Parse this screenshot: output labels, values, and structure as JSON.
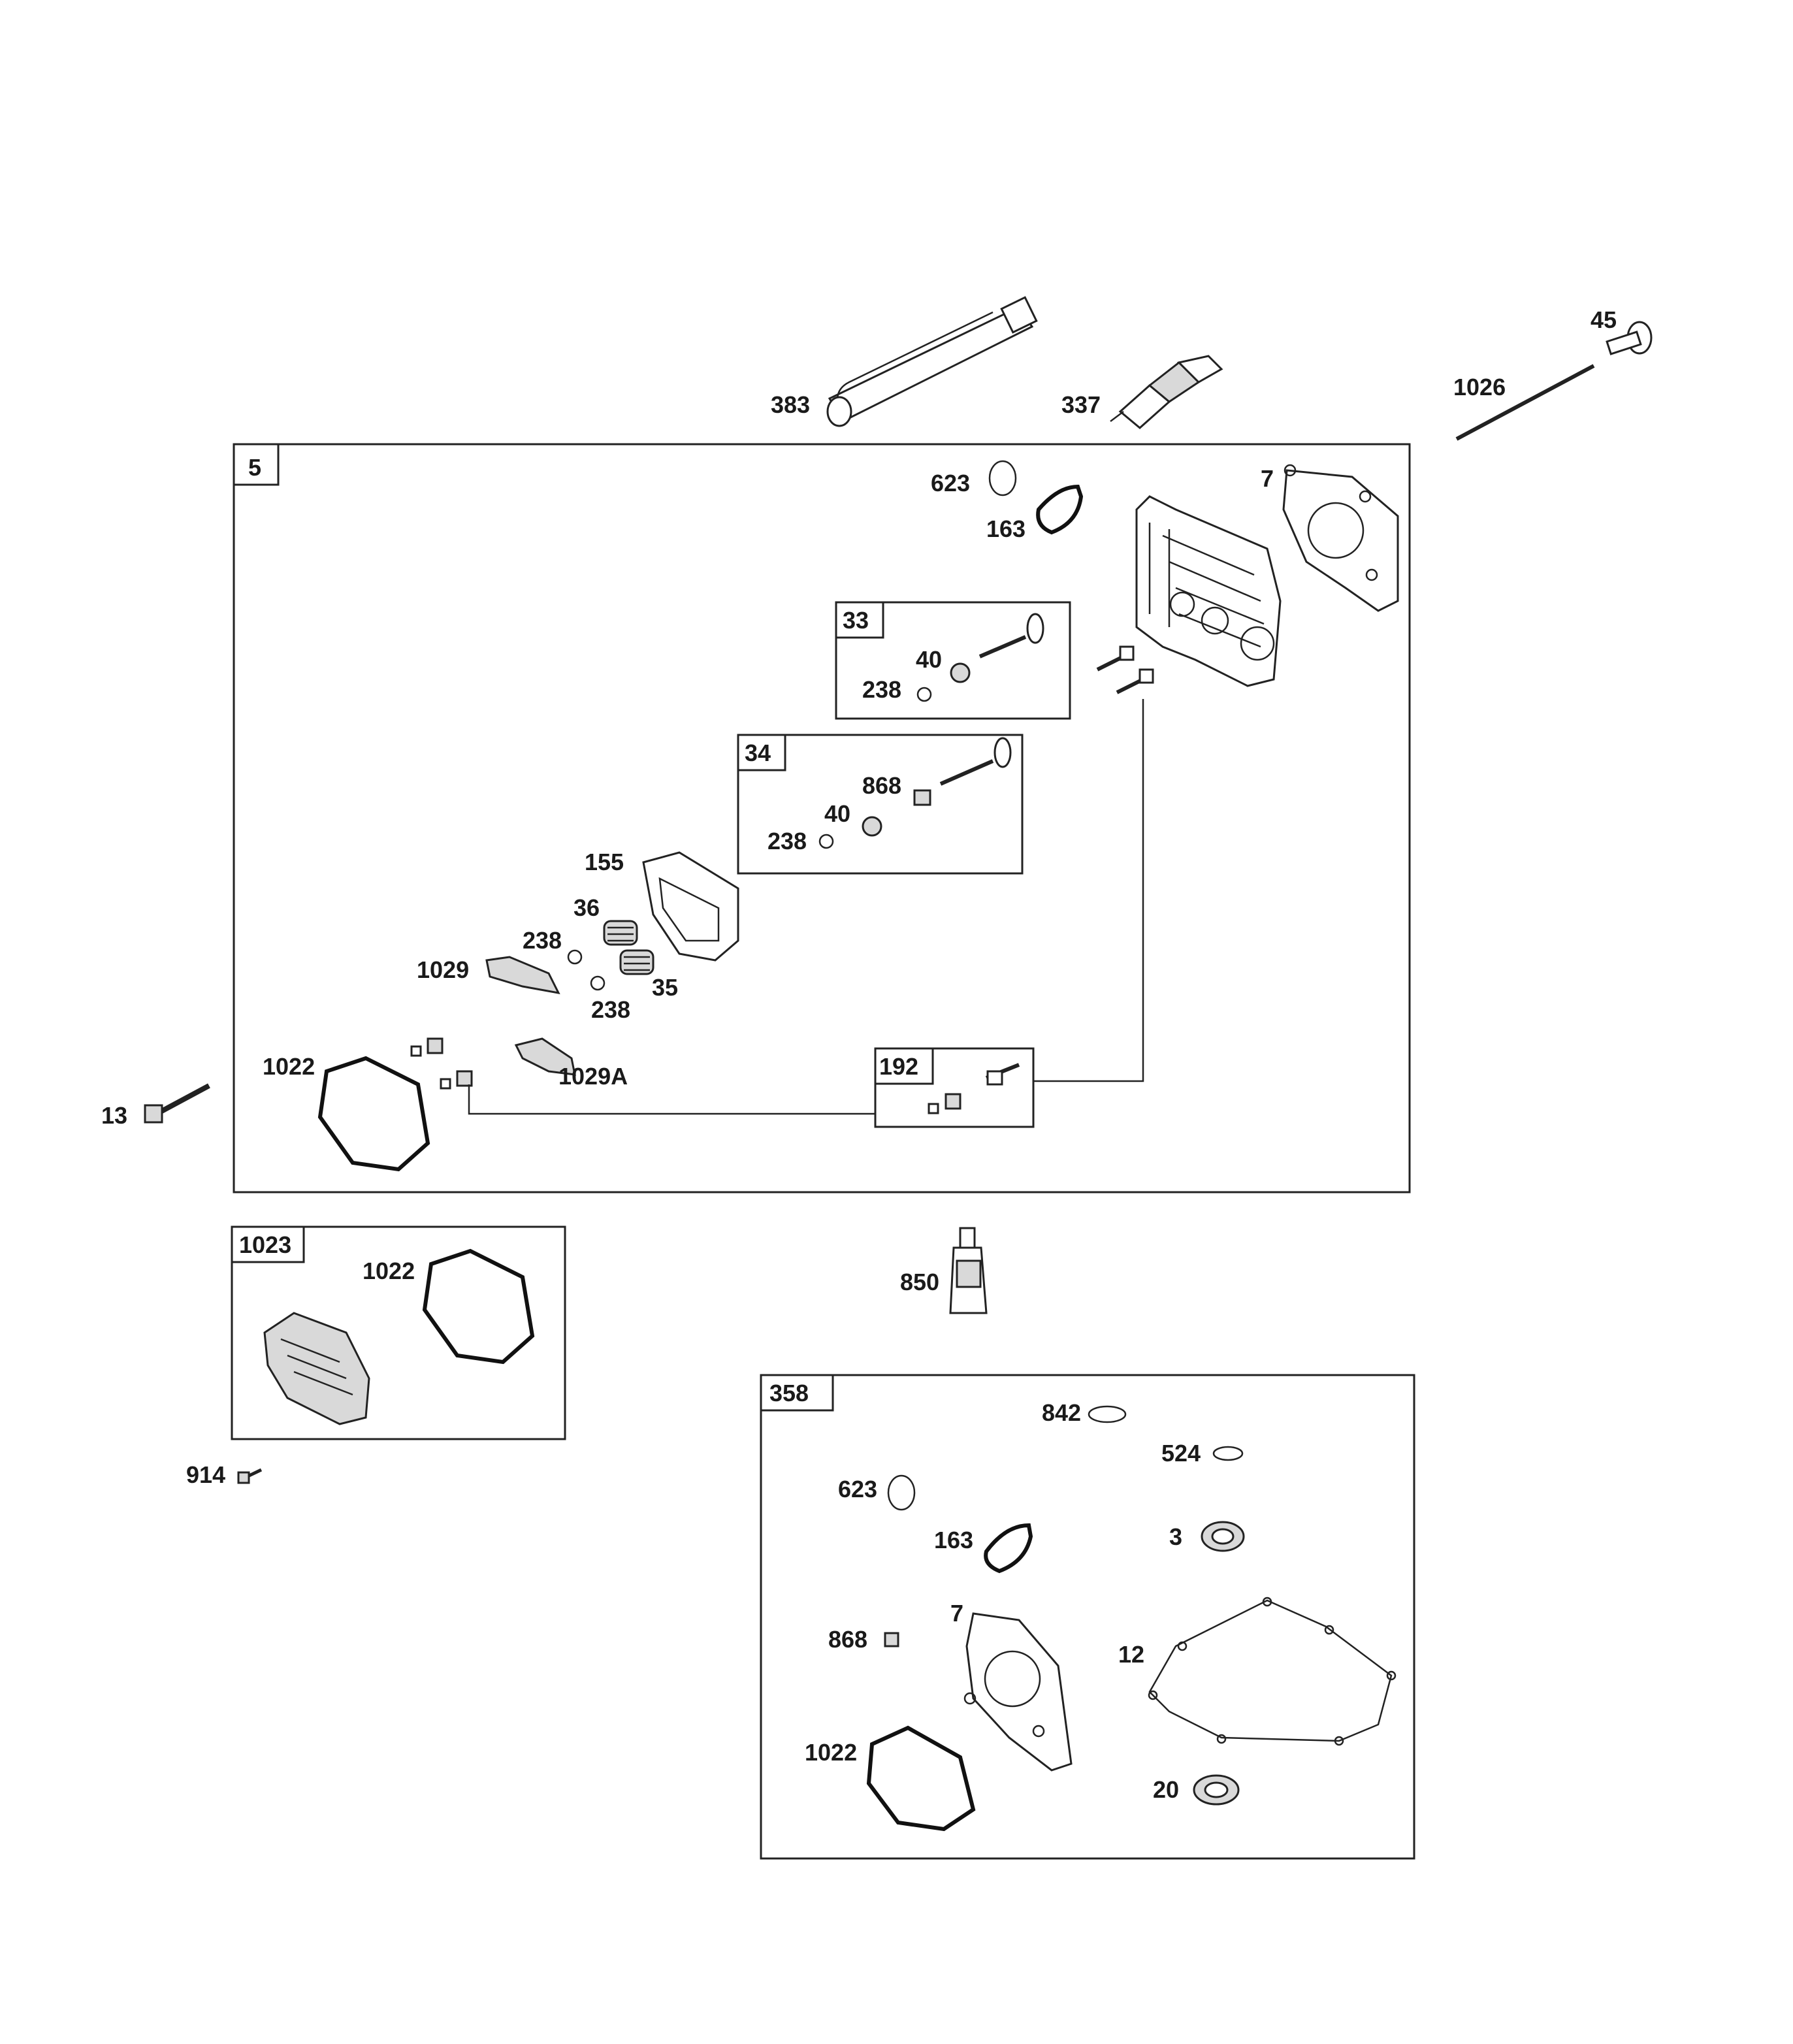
{
  "box_labels": {
    "b5": "5",
    "b33": "33",
    "b34": "34",
    "b192": "192",
    "b1023": "1023",
    "b358": "358"
  },
  "labels": {
    "p383": "383",
    "p337": "337",
    "p45": "45",
    "p1026": "1026",
    "p623": "623",
    "p163": "163",
    "p7": "7",
    "p40a": "40",
    "p238a": "238",
    "p868": "868",
    "p40b": "40",
    "p238b": "238",
    "p155": "155",
    "p36": "36",
    "p238c": "238",
    "p1029": "1029",
    "p35": "35",
    "p238d": "238",
    "p1022": "1022",
    "p1029a": "1029A",
    "p13": "13",
    "p1022b": "1022",
    "p914": "914",
    "p850": "850",
    "p842": "842",
    "p524": "524",
    "p623b": "623",
    "p163b": "163",
    "p3": "3",
    "p868b": "868",
    "p7b": "7",
    "p12": "12",
    "p1022c": "1022",
    "p20": "20"
  },
  "icons": [
    "valve-spring-compressor-tool-icon",
    "spark-plug-icon",
    "dipstick-icon",
    "cylinder-head-icon",
    "head-gasket-icon",
    "valve-icon",
    "valve-spring-icon",
    "rocker-arm-icon",
    "rocker-cover-icon",
    "sealant-tube-icon",
    "oil-seal-icon",
    "crankcase-gasket-icon",
    "bolt-icon"
  ]
}
